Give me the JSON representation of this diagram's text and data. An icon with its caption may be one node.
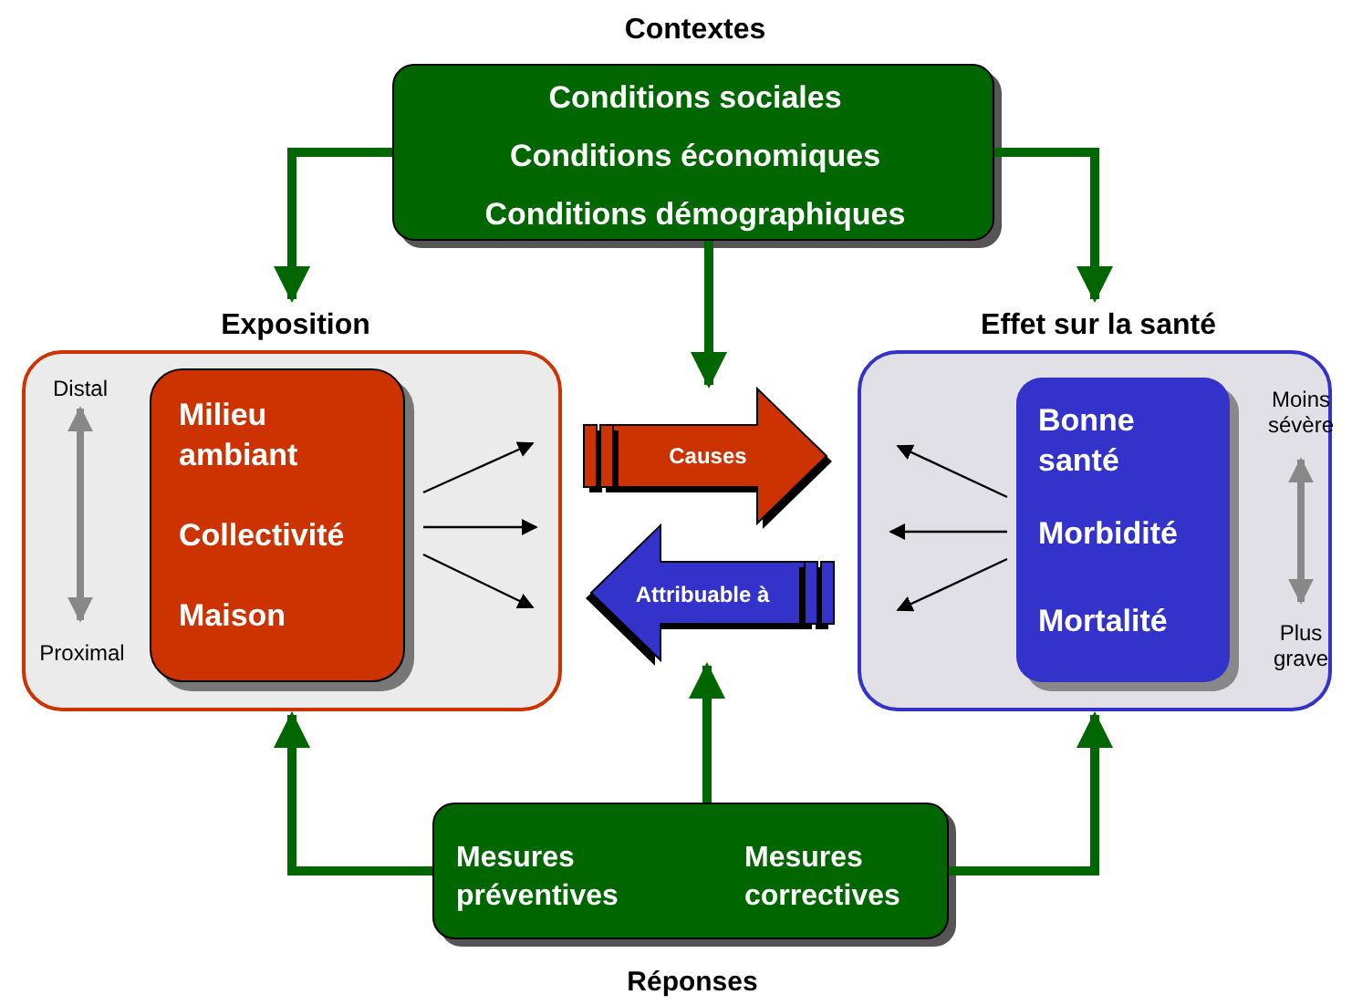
{
  "diagram": {
    "nodes": [
      {
        "text": [
          "Contextes",
          "Conditions sociales",
          "Conditions économiques",
          "Conditions démographiques"
        ]
      },
      {
        "text": [
          "Exposition"
        ]
      },
      {
        "text": [
          "Milieu ambiant",
          "Collectivité",
          "Maison"
        ],
        "in": 1
      },
      {
        "text": [
          "Effet sur la santé"
        ]
      },
      {
        "text": [
          "Bonne santé",
          "Morbidité",
          "Mortalité"
        ],
        "in": 3
      },
      {
        "text": [
          "Causes"
        ]
      },
      {
        "text": [
          "Attribuable à"
        ]
      },
      {
        "text": [
          "Mesures préventives",
          "Mesures correctives",
          "Réponses"
        ]
      }
    ],
    "edges": [
      {
        "from": 0,
        "to": 1,
        "arrow": "to",
        "style": "thick",
        "color": "#006600"
      },
      {
        "from": 0,
        "to": 3,
        "arrow": "to",
        "style": "thick",
        "color": "#006600"
      },
      {
        "from": 0,
        "to": 5,
        "arrow": "to",
        "style": "thick",
        "color": "#006600"
      },
      {
        "from": 7,
        "to": 1,
        "arrow": "to",
        "style": "thick",
        "color": "#006600"
      },
      {
        "from": 7,
        "to": 3,
        "arrow": "to",
        "style": "thick",
        "color": "#006600"
      },
      {
        "from": 7,
        "to": 6,
        "arrow": "to",
        "style": "thick",
        "color": "#006600"
      },
      {
        "from": 2,
        "to": null,
        "arrow": "to",
        "color": "#000000"
      },
      {
        "from": 2,
        "to": null,
        "arrow": "to",
        "color": "#000000"
      },
      {
        "from": 2,
        "to": null,
        "arrow": "to",
        "color": "#000000"
      },
      {
        "from": 4,
        "to": null,
        "arrow": "to",
        "color": "#000000"
      },
      {
        "from": 4,
        "to": null,
        "arrow": "to",
        "color": "#000000"
      },
      {
        "from": 4,
        "to": null,
        "arrow": "to",
        "color": "#000000"
      }
    ],
    "labels": [
      "Distal",
      "Proximal",
      "Moins sévère",
      "Plus grave"
    ]
  }
}
